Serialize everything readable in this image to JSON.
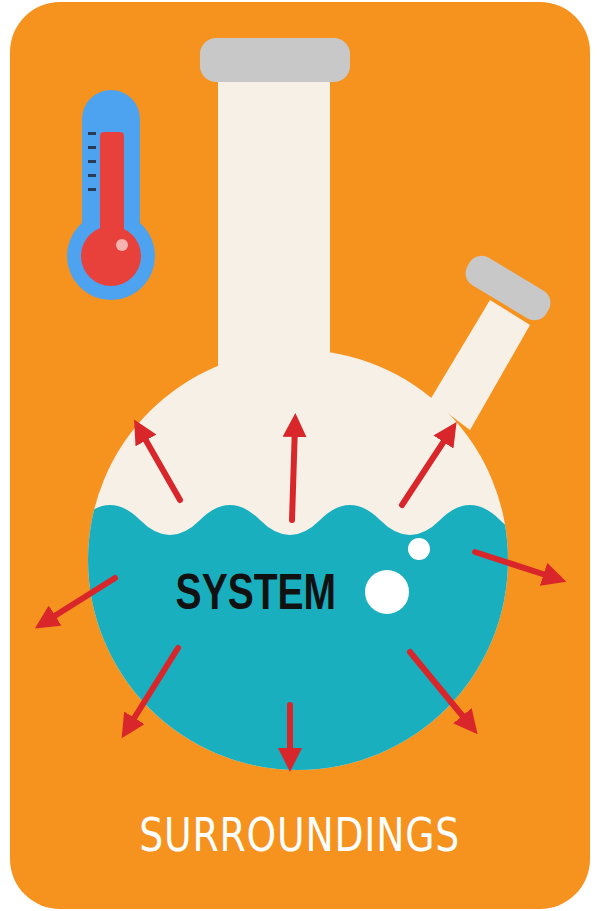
{
  "diagram": {
    "nodes": [
      {
        "text": [
          "SURROUNDINGS"
        ]
      },
      {
        "text": [
          "SYSTEM"
        ],
        "in": 0
      }
    ]
  }
}
